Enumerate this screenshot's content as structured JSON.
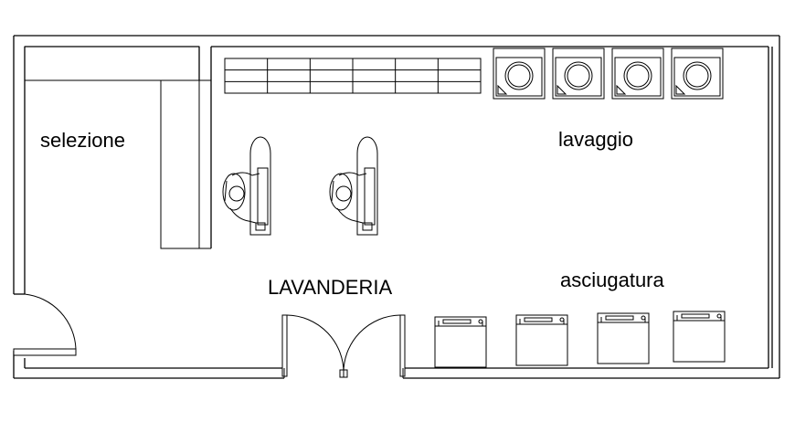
{
  "labels": {
    "room_selection": "selezione",
    "room_washing": "lavaggio",
    "room_drying": "asciugatura",
    "title": "LAVANDERIA"
  },
  "fixtures": {
    "washing_machines": 4,
    "dryers": 4,
    "ironing_stations": 2,
    "shelf_columns": 6,
    "shelf_rows": 3
  }
}
